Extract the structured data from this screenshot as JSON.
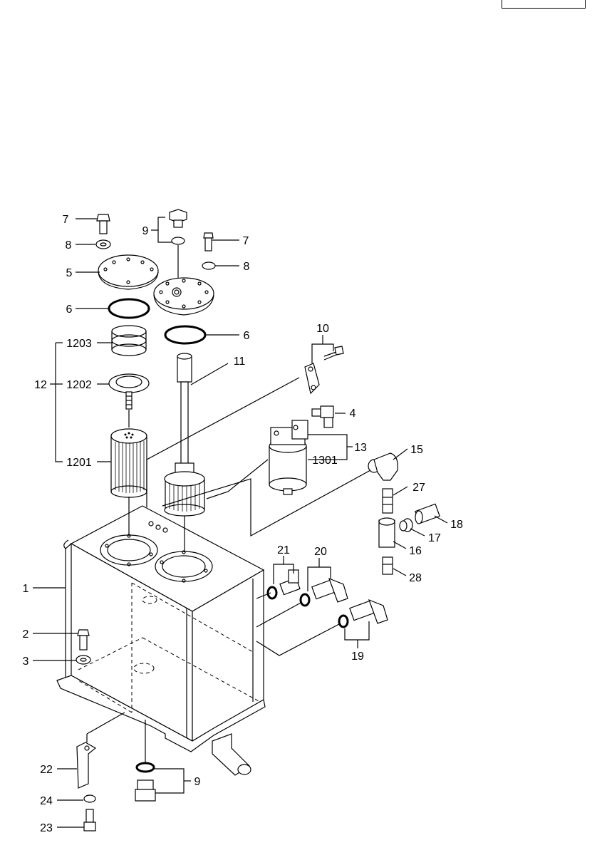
{
  "header": {
    "page_box_label": ""
  },
  "diagram": {
    "callouts": [
      {
        "id": "c7a",
        "text": "7"
      },
      {
        "id": "c8a",
        "text": "8"
      },
      {
        "id": "c5",
        "text": "5"
      },
      {
        "id": "c6a",
        "text": "6"
      },
      {
        "id": "c1203",
        "text": "1203"
      },
      {
        "id": "c12",
        "text": "12"
      },
      {
        "id": "c1202",
        "text": "1202"
      },
      {
        "id": "c1201",
        "text": "1201"
      },
      {
        "id": "c9a",
        "text": "9"
      },
      {
        "id": "c7b",
        "text": "7"
      },
      {
        "id": "c8b",
        "text": "8"
      },
      {
        "id": "c6b",
        "text": "6"
      },
      {
        "id": "c10",
        "text": "10"
      },
      {
        "id": "c11",
        "text": "11"
      },
      {
        "id": "c4",
        "text": "4"
      },
      {
        "id": "c13",
        "text": "13"
      },
      {
        "id": "c1301",
        "text": "1301"
      },
      {
        "id": "c15",
        "text": "15"
      },
      {
        "id": "c27",
        "text": "27"
      },
      {
        "id": "c18",
        "text": "18"
      },
      {
        "id": "c17",
        "text": "17"
      },
      {
        "id": "c16",
        "text": "16"
      },
      {
        "id": "c28",
        "text": "28"
      },
      {
        "id": "c21",
        "text": "21"
      },
      {
        "id": "c20",
        "text": "20"
      },
      {
        "id": "c19",
        "text": "19"
      },
      {
        "id": "c1",
        "text": "1"
      },
      {
        "id": "c2",
        "text": "2"
      },
      {
        "id": "c3",
        "text": "3"
      },
      {
        "id": "c22",
        "text": "22"
      },
      {
        "id": "c24",
        "text": "24"
      },
      {
        "id": "c23",
        "text": "23"
      },
      {
        "id": "c9b",
        "text": "9"
      }
    ]
  }
}
